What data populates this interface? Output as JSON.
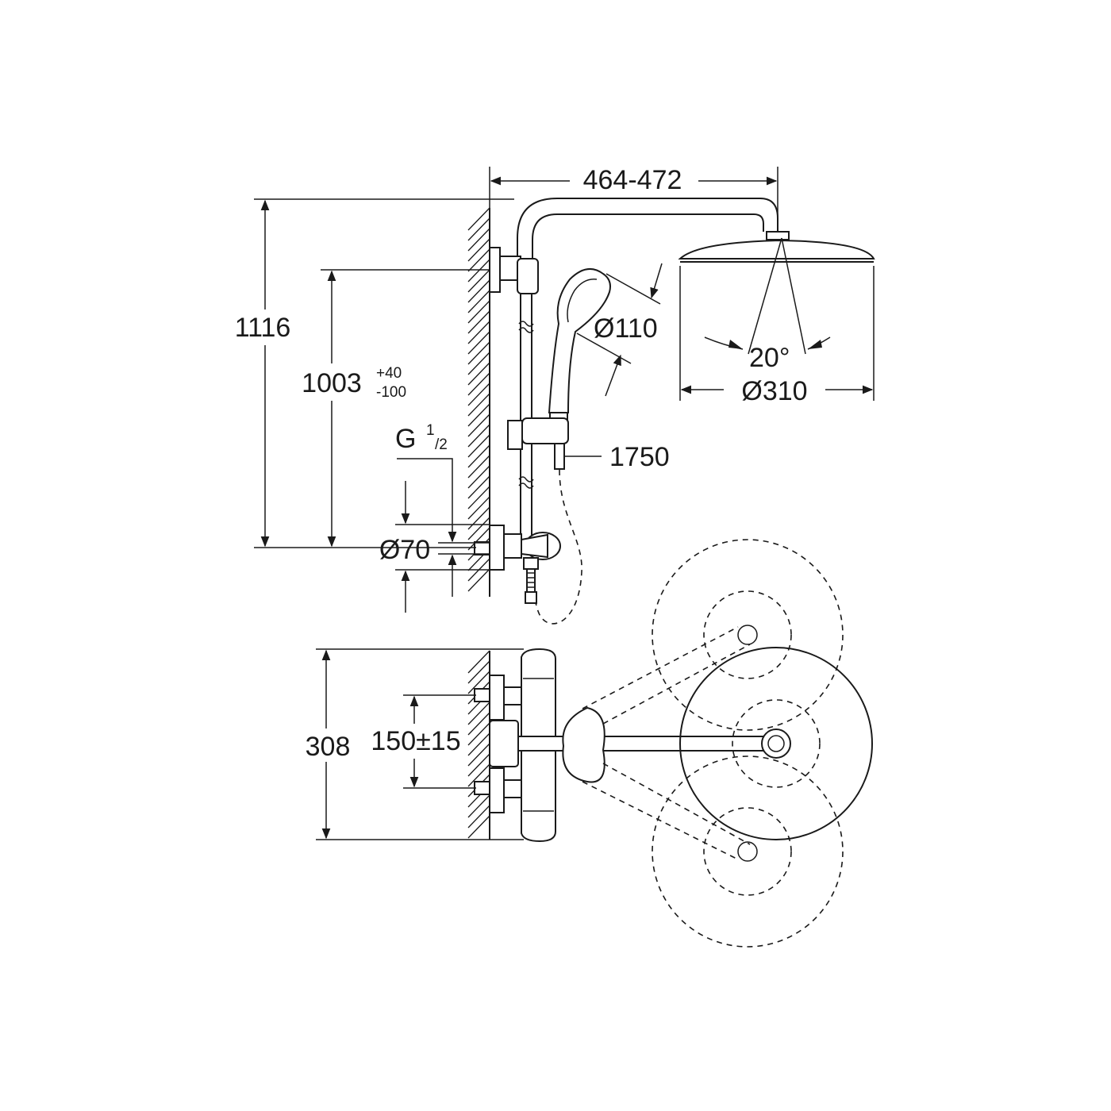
{
  "dimensions": {
    "width_top": "464-472",
    "total_height": "1116",
    "mount_height": "1003",
    "mount_tol_plus": "+40",
    "mount_tol_minus": "-100",
    "thread_G": "G",
    "thread_num": "1",
    "thread_den": "/2",
    "handshower_diameter": "Ø110",
    "head_angle": "20°",
    "head_diameter": "Ø310",
    "hose_length": "1750",
    "escutcheon_diameter": "Ø70",
    "top_view_depth": "308",
    "inlet_spacing": "150±15"
  },
  "colors": {
    "line": "#1a1a1a",
    "background": "#ffffff"
  }
}
